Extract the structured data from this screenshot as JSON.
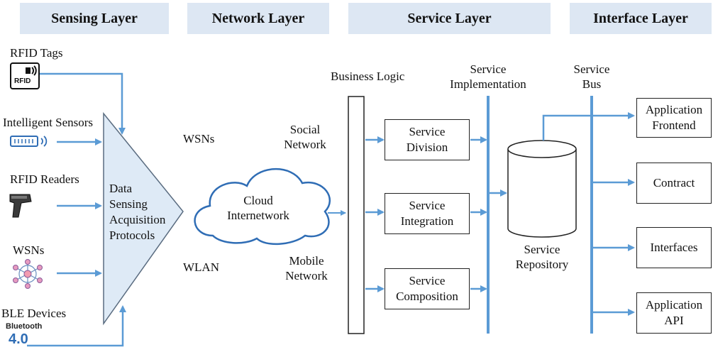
{
  "headers": {
    "sensing": "Sensing Layer",
    "network": "Network Layer",
    "service": "Service Layer",
    "interface": "Interface Layer"
  },
  "sensing": {
    "rfid_tags": "RFID Tags",
    "rfid_tag_icon_text": "RFID",
    "intelligent_sensors": "Intelligent Sensors",
    "rfid_readers": "RFID Readers",
    "wsns": "WSNs",
    "ble_devices": "BLE Devices",
    "bluetooth_word": "Bluetooth",
    "bluetooth_version": "4.0",
    "protocol_lines": [
      "Data",
      "Sensing",
      "Acquisition",
      "Protocols"
    ]
  },
  "network": {
    "wsns": "WSNs",
    "wlan": "WLAN",
    "social": [
      "Social",
      "Network"
    ],
    "mobile": [
      "Mobile",
      "Network"
    ],
    "cloud": [
      "Cloud",
      "Internetwork"
    ]
  },
  "service": {
    "business_logic": "Business Logic",
    "implementation": [
      "Service",
      "Implementation"
    ],
    "division": [
      "Service",
      "Division"
    ],
    "integration": [
      "Service",
      "Integration"
    ],
    "composition": [
      "Service",
      "Composition"
    ],
    "repository": [
      "Service",
      "Repository"
    ]
  },
  "interface": {
    "service_bus": [
      "Service",
      "Bus"
    ],
    "app_frontend": [
      "Application",
      "Frontend"
    ],
    "contract": "Contract",
    "interfaces": "Interfaces",
    "app_api": [
      "Application",
      "API"
    ]
  },
  "colors": {
    "arrow": "#5b9bd5",
    "header_bg": "#dde7f3",
    "icon_blue": "#2f6db5"
  }
}
